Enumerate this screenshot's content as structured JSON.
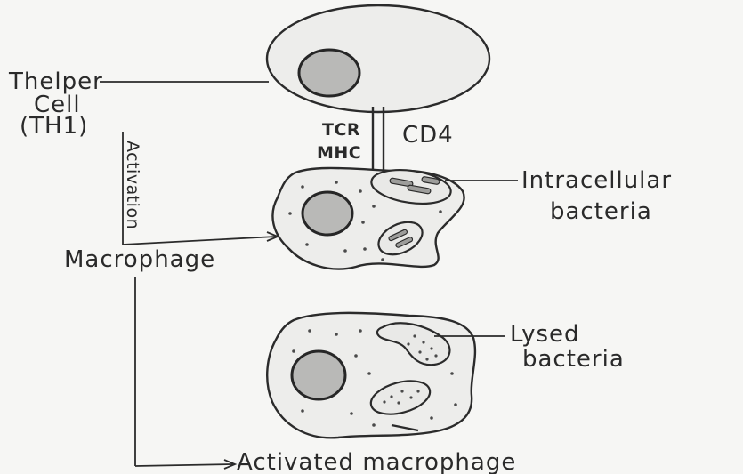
{
  "labels": {
    "thelper": "Thelper",
    "cell": "Cell",
    "th1": "(TH1)",
    "activation": "Activation",
    "tcr": "TCR",
    "cd4": "CD4",
    "mhc": "MHC",
    "intracellular": "Intracellular",
    "bacteria_1": "bacteria",
    "macrophage": "Macrophage",
    "lysed": "Lysed",
    "bacteria_2": "bacteria",
    "activated_macrophage": "Activated macrophage"
  },
  "colors": {
    "ink": "#2b2b2b",
    "paper": "#f6f6f4",
    "nucleus": "#b9b9b7",
    "cell_fill": "#ededeb"
  }
}
